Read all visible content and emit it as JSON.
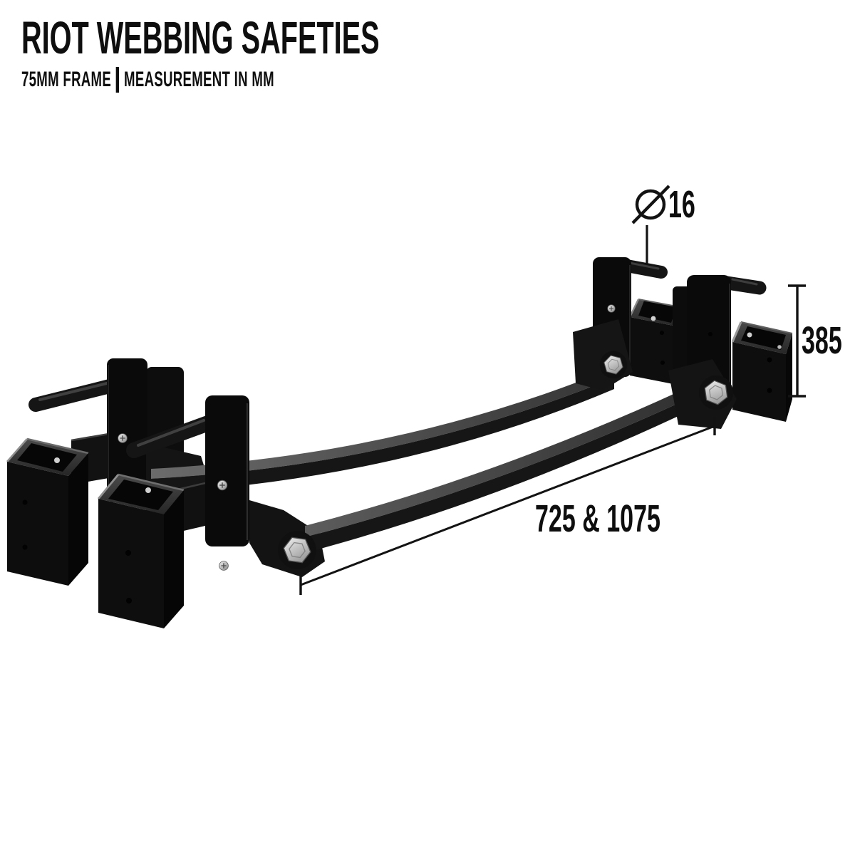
{
  "header": {
    "title": "RIOT WEBBING SAFETIES",
    "subtitle_frame": "75MM FRAME",
    "subtitle_separator": "|",
    "subtitle_measurement": "MEASUREMENT IN MM"
  },
  "annotations": {
    "pin_diameter": {
      "icon": "diameter-symbol",
      "value": "16"
    },
    "bracket_height": {
      "value": "385"
    },
    "strap_lengths": {
      "value": "725 & 1075"
    }
  },
  "colors": {
    "background": "#ffffff",
    "text": "#0e0e0e",
    "product_black": "#0d0d0d",
    "box_top_gray": "#3f3f3f",
    "hardware_silver": "#d6d6d6",
    "dimension_lines": "#131313"
  }
}
